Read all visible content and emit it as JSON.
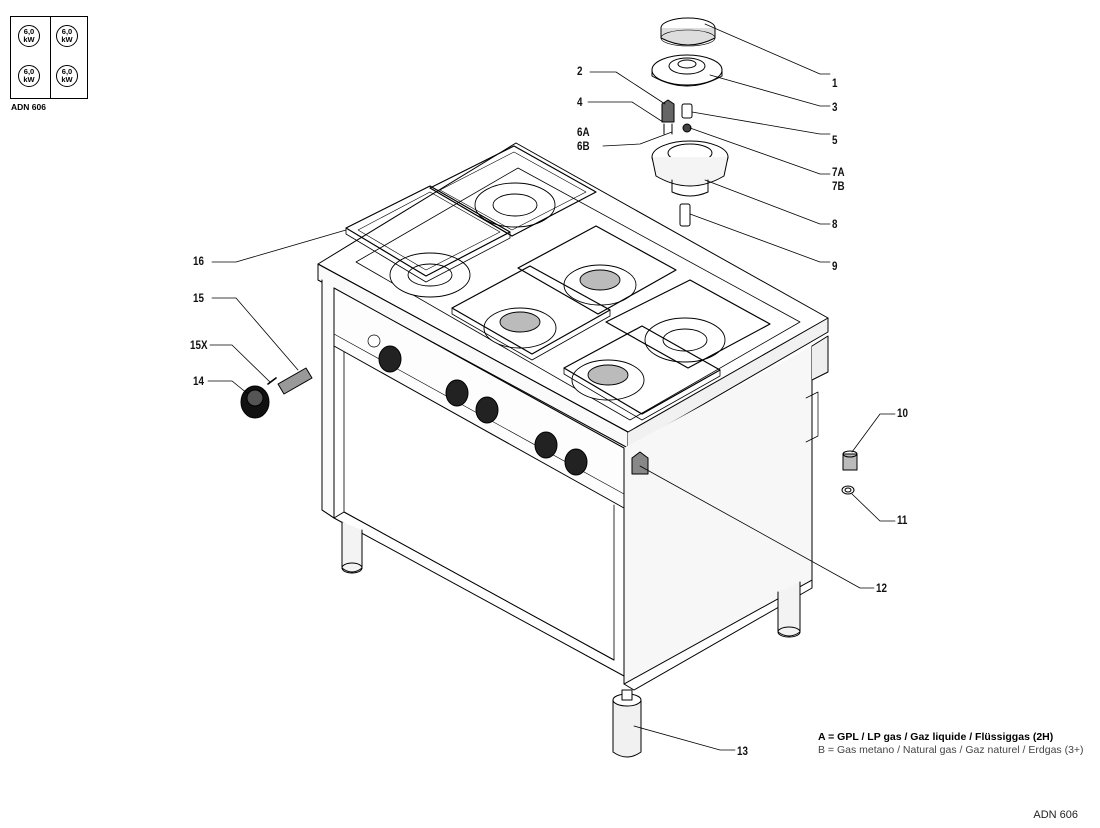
{
  "power_box": {
    "badges": [
      {
        "value": "6,0",
        "unit": "kW"
      },
      {
        "value": "6,0",
        "unit": "kW"
      },
      {
        "value": "6,0",
        "unit": "kW"
      },
      {
        "value": "6,0",
        "unit": "kW"
      }
    ],
    "model": "ADN 606"
  },
  "part_labels": {
    "p1": "1",
    "p2": "2",
    "p3": "3",
    "p4": "4",
    "p5": "5",
    "p6a": "6A",
    "p6b": "6B",
    "p7a": "7A",
    "p7b": "7B",
    "p8": "8",
    "p9": "9",
    "p10": "10",
    "p11": "11",
    "p12": "12",
    "p13": "13",
    "p14": "14",
    "p15": "15",
    "p15x": "15X",
    "p16": "16"
  },
  "legend": {
    "a": "A = GPL / LP gas / Gaz liquide / Flüssiggas (2H)",
    "b": "B = Gas metano / Natural gas / Gaz naturel / Erdgas (3+)"
  },
  "footer_model": "ADN 606"
}
